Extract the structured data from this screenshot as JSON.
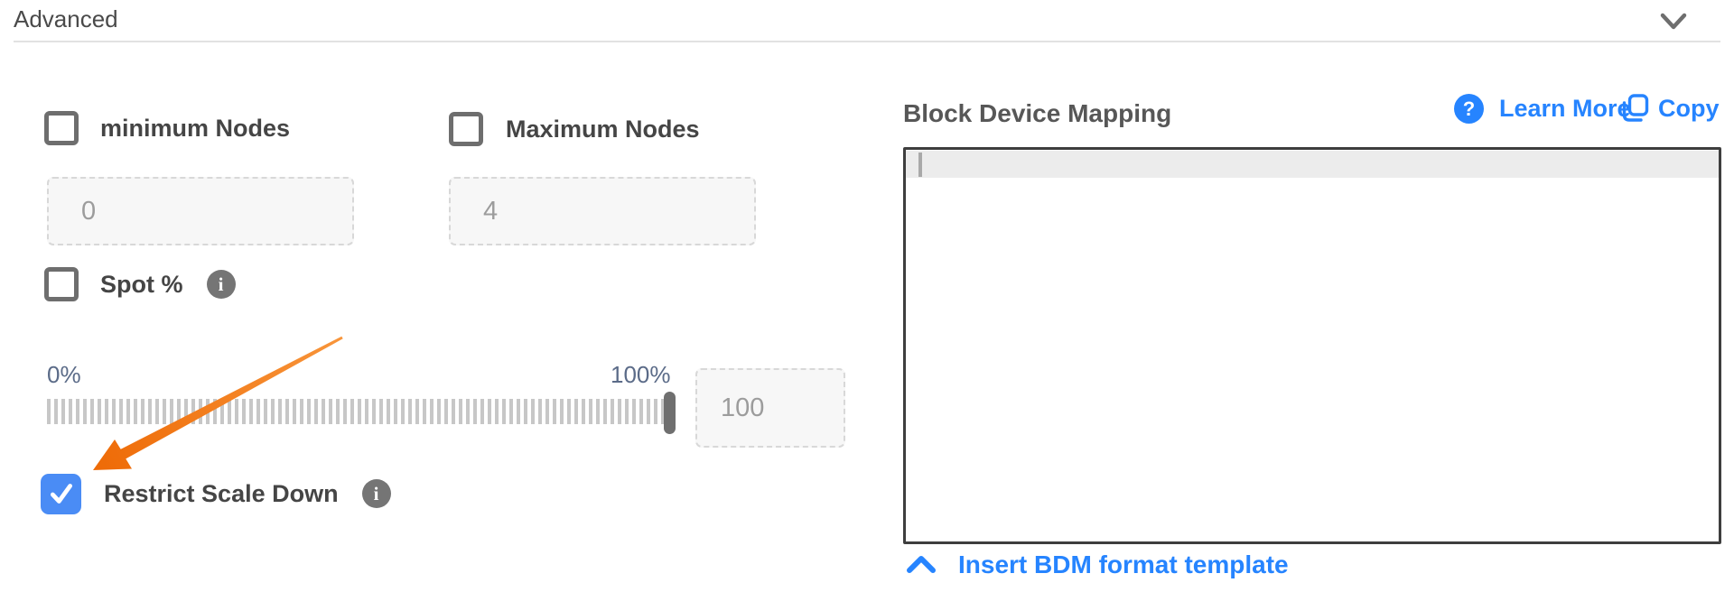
{
  "header": {
    "title": "Advanced",
    "collapse_icon": "chevron-down"
  },
  "left_panel": {
    "min_nodes": {
      "label": "minimum Nodes",
      "checked": false,
      "value": "0"
    },
    "max_nodes": {
      "label": "Maximum Nodes",
      "checked": false,
      "value": "4"
    },
    "spot": {
      "label": "Spot %",
      "checked": false,
      "info_glyph": "i"
    },
    "slider": {
      "min_label": "0%",
      "max_label": "100%",
      "value": "100"
    },
    "restrict_scale_down": {
      "label": "Restrict Scale Down",
      "checked": true,
      "info_glyph": "i"
    }
  },
  "right_panel": {
    "title": "Block Device Mapping",
    "learn_more": {
      "label": "Learn More",
      "icon_glyph": "?"
    },
    "copy": {
      "label": "Copy"
    },
    "editor": {
      "value": "",
      "cursor_visible": true
    },
    "insert_template": {
      "label": "Insert BDM format template",
      "icon": "chevron-up"
    }
  },
  "colors": {
    "accent_blue": "#2684ff",
    "checkbox_checked_blue": "#4a8cf5",
    "label_dark": "#454545",
    "muted_gray": "#757575",
    "slider_label": "#5b6b88",
    "annotation_orange": "#f1730d",
    "editor_border": "#3e3e3e"
  }
}
